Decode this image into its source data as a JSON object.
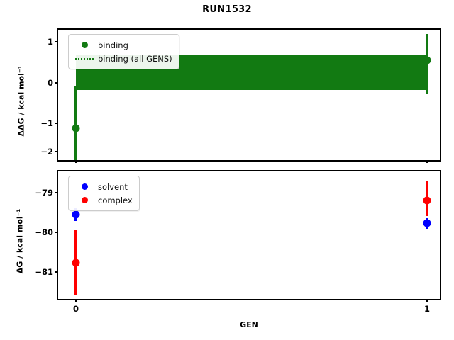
{
  "figure": {
    "title": "RUN1532",
    "xlabel": "GEN",
    "xticks": [
      "0",
      "1"
    ]
  },
  "colors": {
    "binding": "#127a12",
    "solvent": "#0000ff",
    "complex": "#ff0000",
    "axis": "#000000",
    "background": "#ffffff"
  },
  "panel_top": {
    "ylabel": "ΔΔG / kcal mol⁻¹",
    "yticks": [
      "1",
      "0",
      "−1",
      "−2"
    ],
    "legend": [
      {
        "label": "binding",
        "key": "dot",
        "color": "#127a12"
      },
      {
        "label": "binding (all GENS)",
        "key": "dotted-line",
        "color": "#127a12"
      }
    ]
  },
  "panel_bottom": {
    "ylabel": "ΔG / kcal mol⁻¹",
    "yticks": [
      "−79",
      "−80",
      "−81"
    ],
    "legend": [
      {
        "label": "solvent",
        "key": "dot",
        "color": "#0000ff"
      },
      {
        "label": "complex",
        "key": "dot",
        "color": "#ff0000"
      }
    ]
  },
  "chart_data": [
    {
      "type": "scatter",
      "panel": "top",
      "title": "RUN1532",
      "xlabel": "GEN",
      "ylabel": "ΔΔG / kcal mol⁻¹",
      "x": [
        0,
        1
      ],
      "xticklabels": [
        "0",
        "1"
      ],
      "xlim": [
        -0.05,
        1.05
      ],
      "ylim": [
        -2.35,
        1.3
      ],
      "grid": false,
      "legend_position": "upper left",
      "series": [
        {
          "name": "binding",
          "color": "#127a12",
          "marker": "o",
          "values": [
            -1.12,
            0.57
          ],
          "yerr_low": [
            -1.98,
            -0.25
          ],
          "yerr_high": [
            -0.27,
            1.16
          ]
        },
        {
          "name": "binding (all GENS)",
          "color": "#127a12",
          "linestyle": "dotted",
          "type": "hband",
          "center": 0.21,
          "band_low": -0.27,
          "band_high": 0.7
        }
      ]
    },
    {
      "type": "scatter",
      "panel": "bottom",
      "xlabel": "GEN",
      "ylabel": "ΔG / kcal mol⁻¹",
      "x": [
        0,
        1
      ],
      "xticklabels": [
        "0",
        "1"
      ],
      "xlim": [
        -0.05,
        1.05
      ],
      "ylim": [
        -81.75,
        -78.45
      ],
      "grid": false,
      "legend_position": "upper left",
      "series": [
        {
          "name": "solvent",
          "color": "#0000ff",
          "marker": "o",
          "values": [
            -79.56,
            -79.78
          ],
          "yerr_low": [
            -79.72,
            -79.92
          ],
          "yerr_high": [
            -79.4,
            -79.64
          ]
        },
        {
          "name": "complex",
          "color": "#ff0000",
          "marker": "o",
          "values": [
            -80.77,
            -79.2
          ],
          "yerr_low": [
            -81.58,
            -79.58
          ],
          "yerr_high": [
            -79.95,
            -78.72
          ]
        }
      ]
    }
  ]
}
